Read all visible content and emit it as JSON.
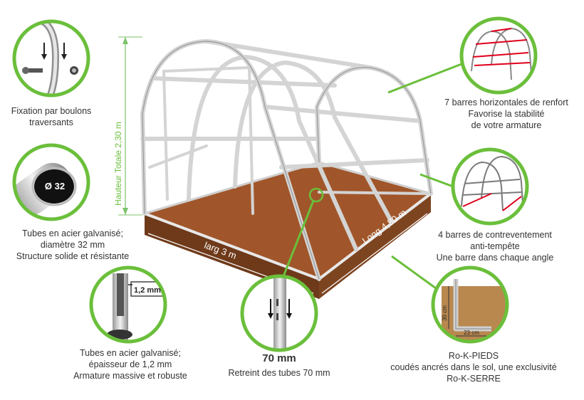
{
  "colors": {
    "accent_green": "#6bbf3b",
    "soil": "#a0562a",
    "soil_dark": "#6e3a1a",
    "tube": "#d9d9d9",
    "dimension_green": "#7cc36a"
  },
  "dimensions": {
    "height_label": "Hauteur Totale 2,30 m",
    "width_label": "larg 3 m",
    "length_label": "Long 4,80 m"
  },
  "callouts": {
    "fixation": {
      "icon": "bolt-fixation-icon",
      "text": "Fixation par boulons\ntraversants"
    },
    "tubes_diameter": {
      "icon": "tube-section-icon",
      "badge": "Ø 32",
      "text": "Tubes en acier galvanisé;\ndiamètre 32 mm\nStructure solide et résistante"
    },
    "thickness": {
      "icon": "tube-thickness-icon",
      "badge": "1,2 mm",
      "text": "Tubes en acier galvanisé;\népaisseur de 1,2 mm\nArmature massive et robuste"
    },
    "retreint": {
      "icon": "tube-sleeve-icon",
      "title": "70 mm",
      "text": "Retreint des tubes 70 mm"
    },
    "barres_horizontales": {
      "icon": "frame-red-bars-icon",
      "text": "7 barres horizontales de renfort\nFavorise la stabilité\nde votre armature"
    },
    "contreventement": {
      "icon": "frame-bracing-icon",
      "text": "4 barres de contreventement\nanti-tempête\nUne barre dans chaque angle"
    },
    "pieds": {
      "icon": "ground-anchor-icon",
      "dim_v": "30 cm",
      "dim_h": "23 cm",
      "text": "Ro-K-PIEDS\ncoudés ancrés dans le sol, une exclusivité\nRo-K-SERRE"
    }
  }
}
